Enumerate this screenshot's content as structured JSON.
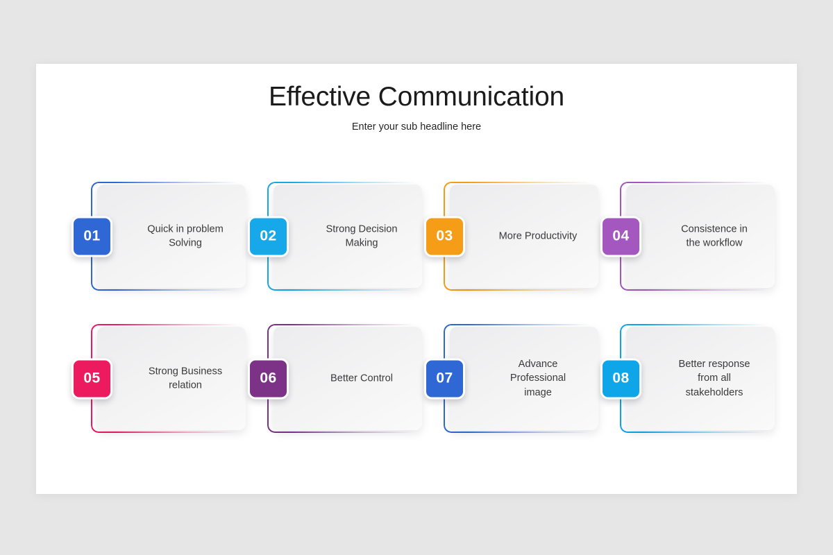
{
  "page": {
    "background_color": "#e7e6e7",
    "slide_background": "#ffffff"
  },
  "header": {
    "title": "Effective Communication",
    "subtitle": "Enter your sub headline here"
  },
  "cards": [
    {
      "number": "01",
      "label": "Quick in problem\nSolving",
      "color": "#2f68d4"
    },
    {
      "number": "02",
      "label": "Strong Decision\nMaking",
      "color": "#17a8e9"
    },
    {
      "number": "03",
      "label": "More Productivity",
      "color": "#f59d16"
    },
    {
      "number": "04",
      "label": "Consistence in\nthe workflow",
      "color": "#a457be"
    },
    {
      "number": "05",
      "label": "Strong Business\nrelation",
      "color": "#ec1a5e"
    },
    {
      "number": "06",
      "label": "Better Control",
      "color": "#7b3287"
    },
    {
      "number": "07",
      "label": "Advance\nProfessional\nimage",
      "color": "#2f68d4"
    },
    {
      "number": "08",
      "label": "Better response\nfrom all\nstakeholders",
      "color": "#0ea5e9"
    }
  ]
}
